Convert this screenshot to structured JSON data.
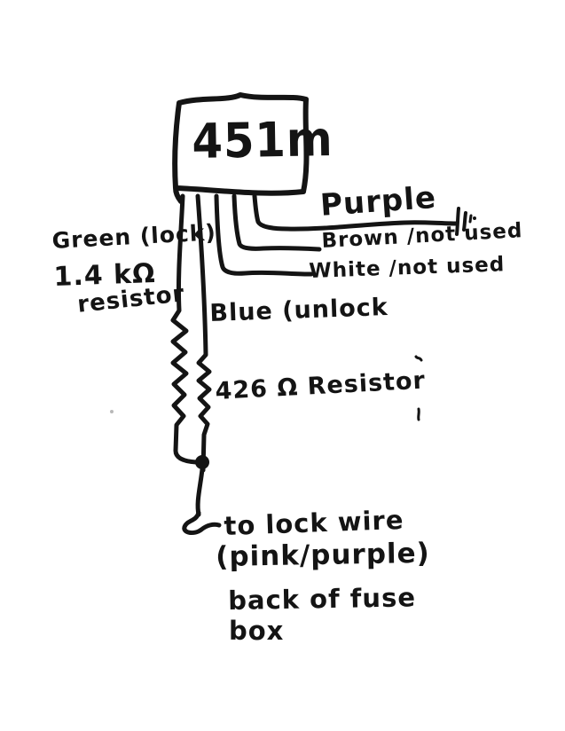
{
  "module": {
    "label": "451m"
  },
  "wires": {
    "purple": "Purple",
    "brown": "Brown /not used",
    "white": "White /not used",
    "blue": "Blue (unlock",
    "green": "Green (lock)"
  },
  "green_resistor": {
    "value": "1.4 kΩ",
    "word": "resistor"
  },
  "blue_resistor": {
    "label": "426 Ω Resistor"
  },
  "destination": {
    "line1": "to lock wire",
    "line2": "(pink/purple)",
    "line3": "back of fuse",
    "line4": "box"
  },
  "colors": {
    "ink": "#141414",
    "paper": "#ffffff"
  }
}
